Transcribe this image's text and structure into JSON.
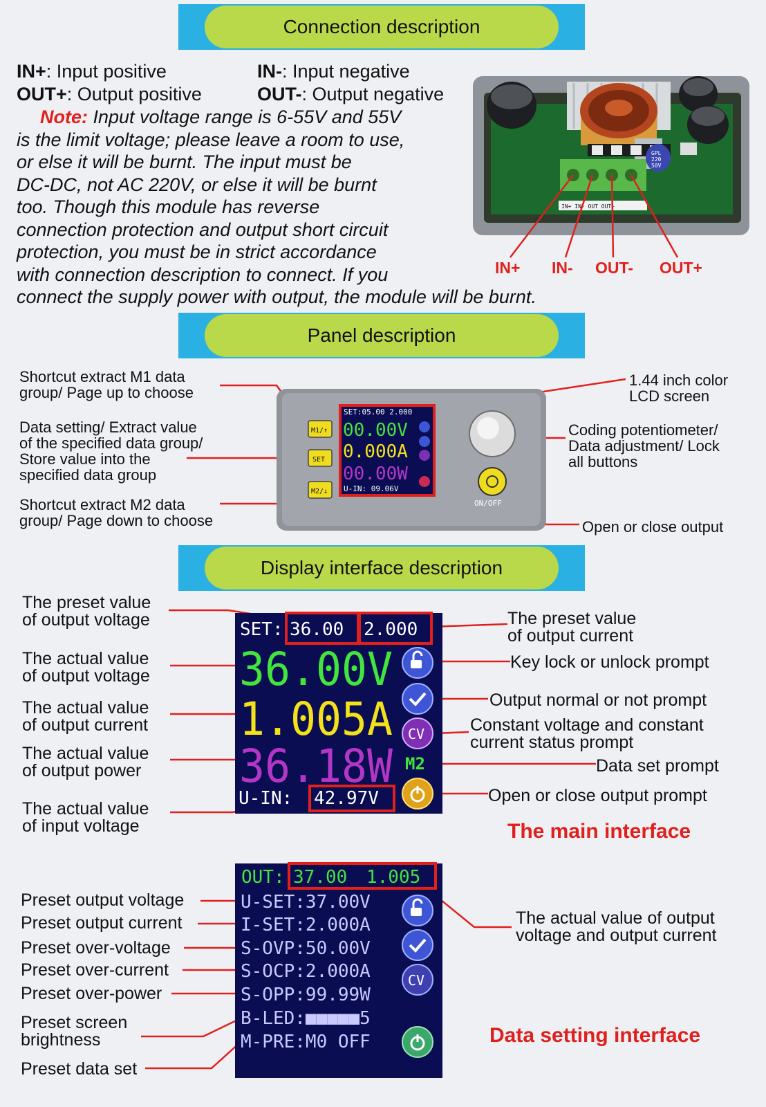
{
  "connection": {
    "title": "Connection description",
    "in_plus_key": "IN+",
    "in_plus_desc": ": Input positive",
    "in_minus_key": "IN-",
    "in_minus_desc": ": Input negative",
    "out_plus_key": "OUT+",
    "out_plus_desc": ": Output positive",
    "out_minus_key": "OUT-",
    "out_minus_desc": ": Output negative",
    "note_label": "Note:",
    "note_lines": [
      " Input voltage range is 6-55V and 55V",
      "is the limit voltage; please leave a room to use,",
      "or else it will be burnt. The input must be",
      "DC-DC, not AC 220V, or else it will be burnt",
      "too. Though this module has reverse",
      "connection protection and output short circuit",
      "protection, you must be in strict accordance",
      "with connection description to connect. If you",
      "connect the supply power with output, the module will be burnt."
    ],
    "terminals": [
      "IN+",
      "IN-",
      "OUT-",
      "OUT+"
    ],
    "board_silk": "IN+ IN- OUT OUT+",
    "cap_label": [
      "GPL",
      "220",
      "50V"
    ]
  },
  "panel": {
    "title": "Panel description",
    "left_labels": [
      [
        "Shortcut extract M1 data",
        "group/ Page up to choose"
      ],
      [
        "Data setting/ Extract value",
        "of the specified data group/",
        "Store value into the",
        "specified data group"
      ],
      [
        "Shortcut extract M2 data",
        "group/ Page down to choose"
      ]
    ],
    "right_labels": [
      [
        "1.44 inch color",
        "LCD screen"
      ],
      [
        "Coding potentiometer/",
        "Data adjustment/ Lock",
        "all buttons"
      ],
      [
        "Open or close output"
      ]
    ],
    "buttons": [
      "M1/↑",
      "SET",
      "M2/↓"
    ],
    "onoff": "ON/OFF",
    "lcd": {
      "set": "SET:05.00 2.000",
      "v": "00.00V",
      "a": "0.000A",
      "w": "00.00W",
      "uin": "U-IN: 09.06V"
    }
  },
  "display": {
    "title": "Display interface description",
    "left_labels": [
      [
        "The preset value",
        "of output voltage"
      ],
      [
        "The actual value",
        "of output voltage"
      ],
      [
        "The actual value",
        "of output current"
      ],
      [
        "The actual value",
        "of output power"
      ],
      [
        "The actual value",
        "of input voltage"
      ]
    ],
    "right_labels": [
      [
        "The preset value",
        "of output current"
      ],
      [
        "Key lock or unlock prompt"
      ],
      [
        "Output normal or not prompt"
      ],
      [
        "Constant voltage and constant",
        "current status prompt"
      ],
      [
        "Data set prompt"
      ],
      [
        "Open or close output prompt"
      ]
    ],
    "main_title": "The main interface",
    "screen": {
      "set_prefix": "SET:",
      "set_v": "36.00",
      "set_a": "2.000",
      "volts": "36.00V",
      "amps": "1.005A",
      "watts": "36.18W",
      "uin_prefix": "U-IN:",
      "uin": "42.97V",
      "cv": "CV",
      "m2": "M2"
    }
  },
  "setting": {
    "left_labels": [
      [
        "Preset output voltage"
      ],
      [
        "Preset output current"
      ],
      [
        "Preset over-voltage"
      ],
      [
        "Preset over-current"
      ],
      [
        "Preset over-power"
      ],
      [
        "Preset screen",
        "brightness"
      ],
      [
        "Preset data set"
      ]
    ],
    "right_label": [
      "The actual value of output",
      "voltage and output current"
    ],
    "title": "Data setting interface",
    "screen": {
      "out_prefix": "OUT:",
      "out_v": "37.00",
      "out_a": "1.005",
      "rows": [
        "U-SET:37.00V",
        "I-SET:2.000A",
        "S-OVP:50.00V",
        "S-OCP:2.000A",
        "S-OPP:99.99W",
        "B-LED:■■■■■5",
        "M-PRE:M0  OFF"
      ],
      "cv": "CV"
    }
  },
  "colors": {
    "banner_blue": "#2ab0e3",
    "pill_green": "#b9d84a",
    "callout_red": "#e0201c",
    "lcd_bg": "#0a0d52",
    "lcd_green": "#43e53d",
    "lcd_yellow": "#f3e21b",
    "lcd_magenta": "#b436c7"
  }
}
